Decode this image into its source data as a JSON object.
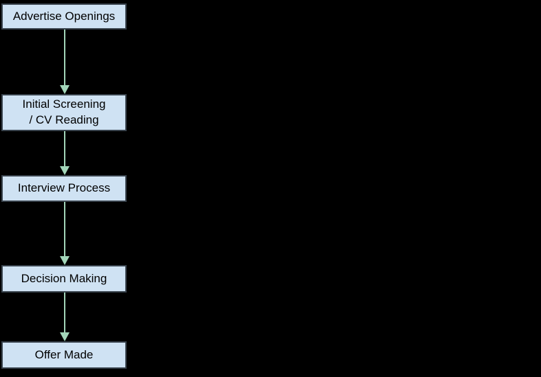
{
  "flowchart": {
    "description": "Recruitment process flowchart",
    "nodes": [
      {
        "label": "Advertise Openings"
      },
      {
        "label": "Initial Screening / CV Reading",
        "line1": "Initial Screening",
        "line2": "/ CV Reading"
      },
      {
        "label": "Interview Process"
      },
      {
        "label": "Decision Making"
      },
      {
        "label": "Offer Made"
      }
    ],
    "edges": [
      {
        "from": "Advertise Openings",
        "to": "Initial Screening / CV Reading"
      },
      {
        "from": "Initial Screening / CV Reading",
        "to": "Interview Process"
      },
      {
        "from": "Interview Process",
        "to": "Decision Making"
      },
      {
        "from": "Decision Making",
        "to": "Offer Made"
      }
    ],
    "colors": {
      "background": "#000000",
      "node_fill": "#cfe2f3",
      "node_border": "#38424c",
      "arrow": "#a3d6ba",
      "text": "#000000"
    }
  }
}
